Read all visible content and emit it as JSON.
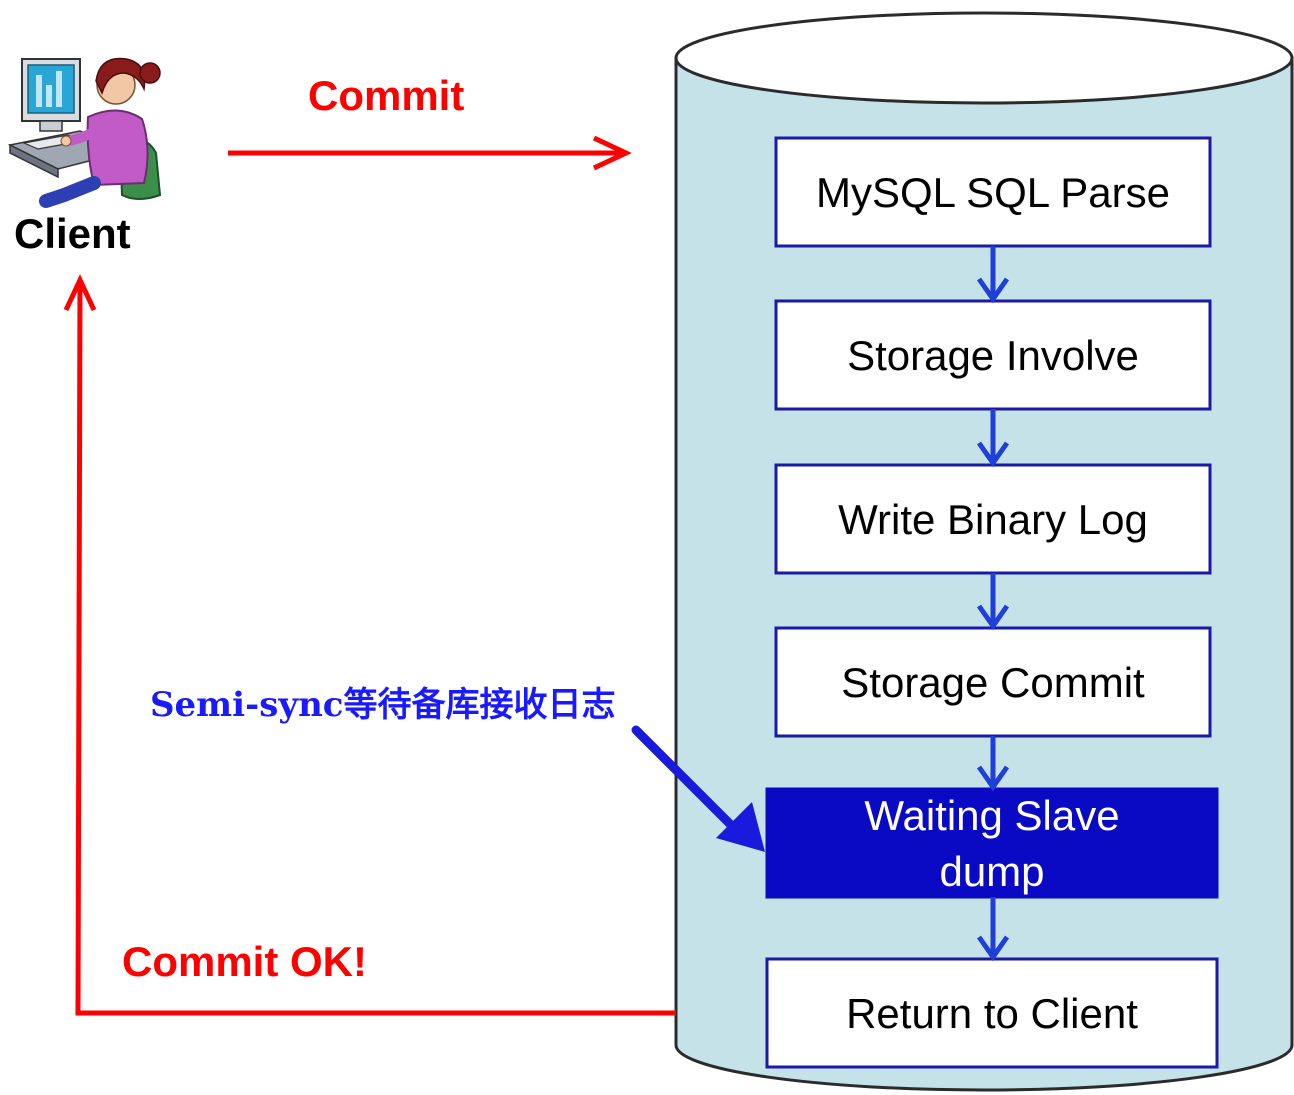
{
  "client": {
    "label": "Client"
  },
  "commit_arrow": {
    "label": "Commit"
  },
  "return_arrow": {
    "label": "Commit OK!"
  },
  "annotation": {
    "text": "Semi-sync等待备库接收日志"
  },
  "steps": [
    {
      "lines": [
        "MySQL SQL Parse"
      ],
      "highlighted": false
    },
    {
      "lines": [
        "Storage Involve"
      ],
      "highlighted": false
    },
    {
      "lines": [
        "Write Binary Log"
      ],
      "highlighted": false
    },
    {
      "lines": [
        "Storage Commit"
      ],
      "highlighted": false
    },
    {
      "lines": [
        "Waiting Slave",
        "dump"
      ],
      "highlighted": true
    },
    {
      "lines": [
        "Return to Client"
      ],
      "highlighted": false
    }
  ],
  "colors": {
    "cylinder_fill": "#c6e2e9",
    "cylinder_stroke": "#2b2b2b",
    "box_stroke": "#1a1aa8",
    "box_fill": "#ffffff",
    "highlight_fill": "#0a0ac4",
    "highlight_text": "#ffffff",
    "step_text": "#000000",
    "flow_arrow": "#1f3fd8",
    "red": "#ff0000",
    "note_blue": "#1a1aff"
  },
  "icons": {
    "client": "person-at-computer-icon"
  }
}
